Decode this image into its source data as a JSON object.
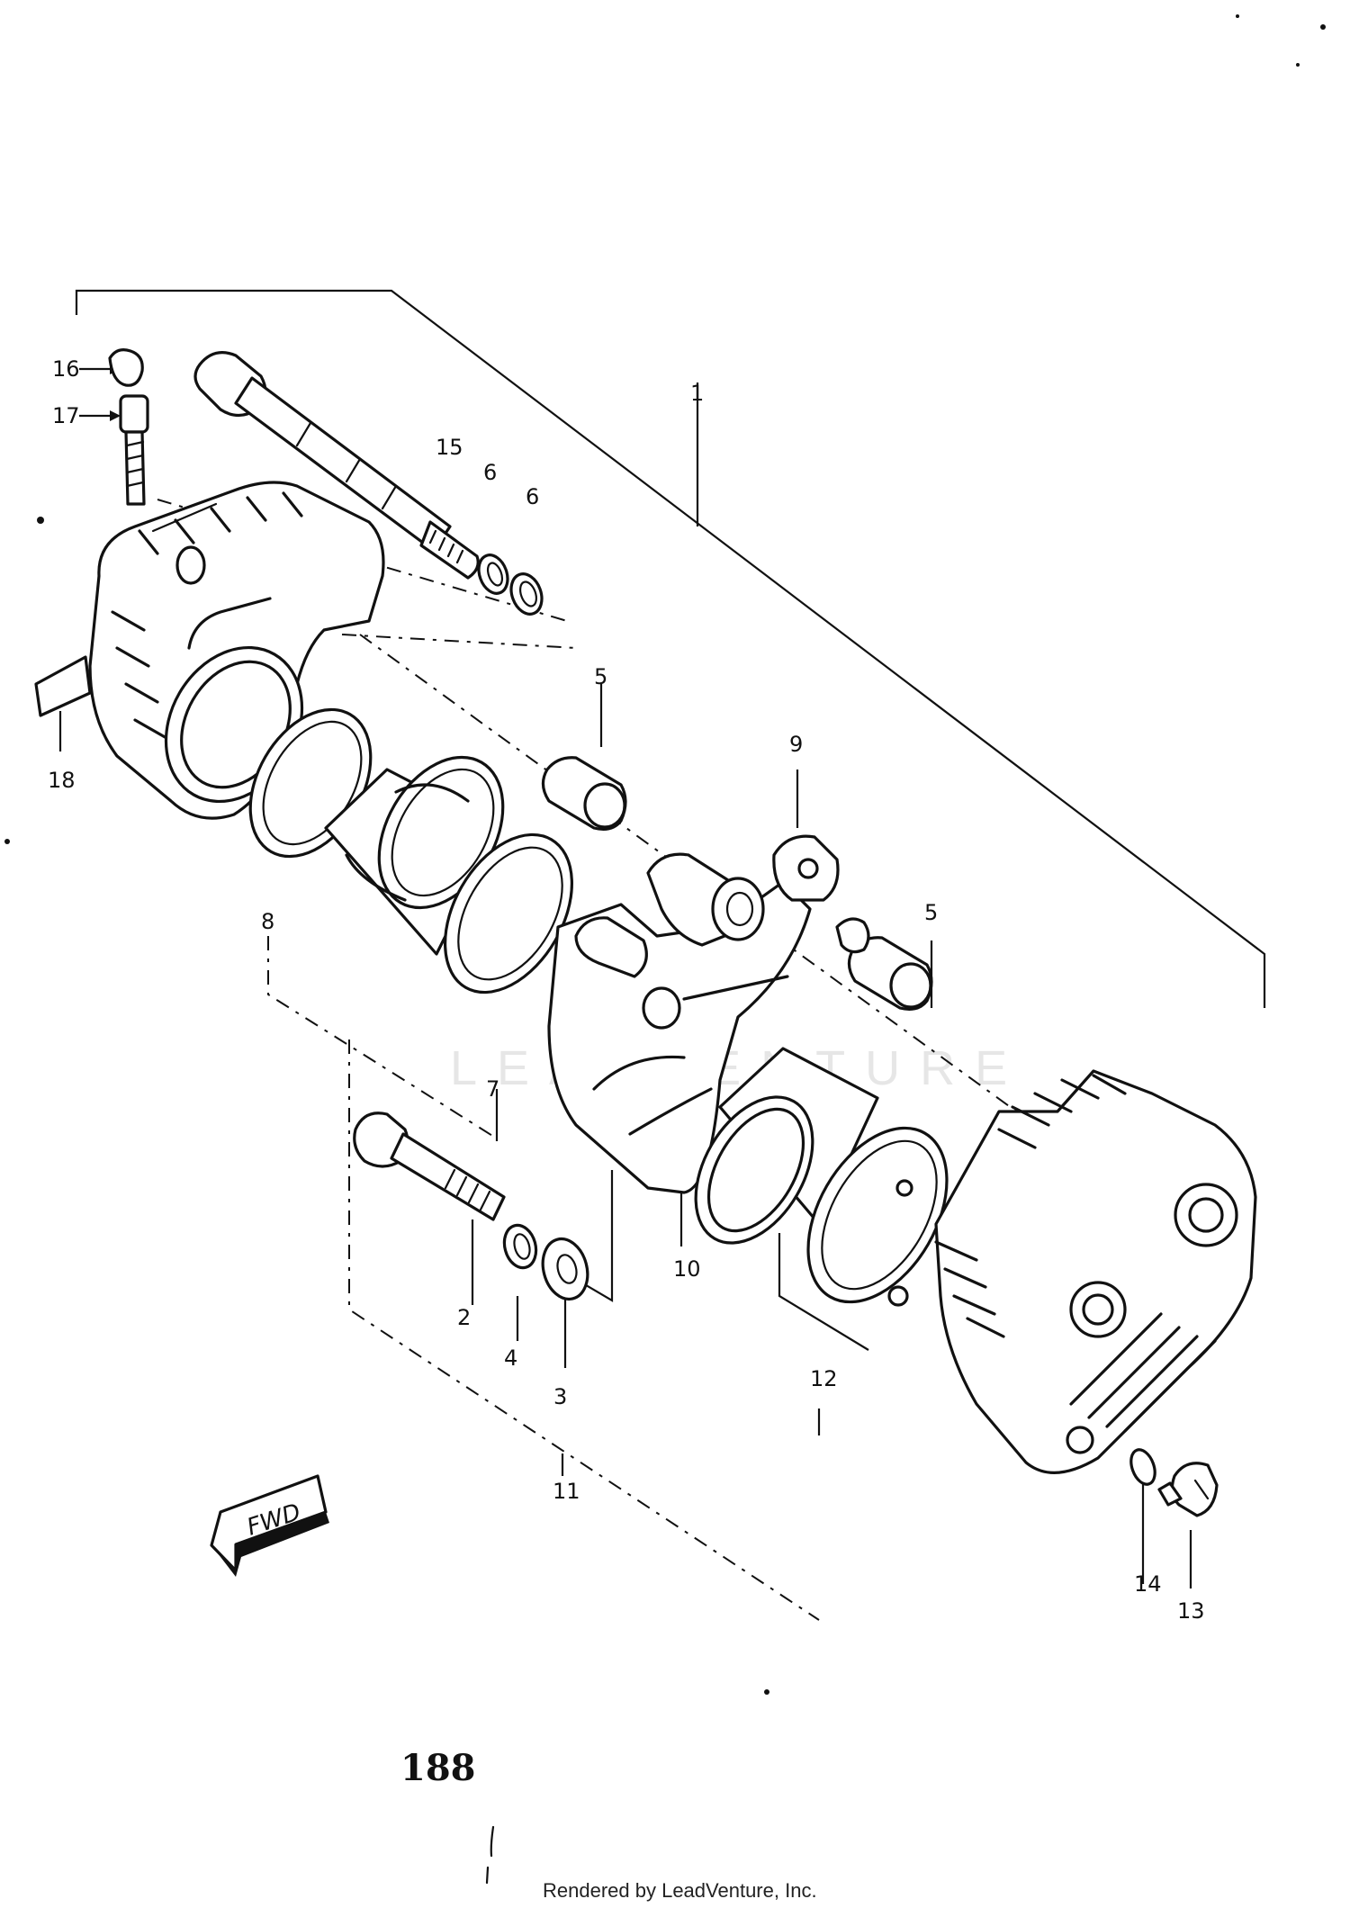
{
  "callouts": [
    "1",
    "2",
    "3",
    "4",
    "5",
    "5",
    "6",
    "6",
    "7",
    "8",
    "9",
    "10",
    "11",
    "12",
    "13",
    "14",
    "15",
    "16",
    "17",
    "18"
  ],
  "direction_label": "FWD",
  "page_number": "188",
  "watermark": "LEADVENTURE",
  "footer": "Rendered by LeadVenture, Inc."
}
